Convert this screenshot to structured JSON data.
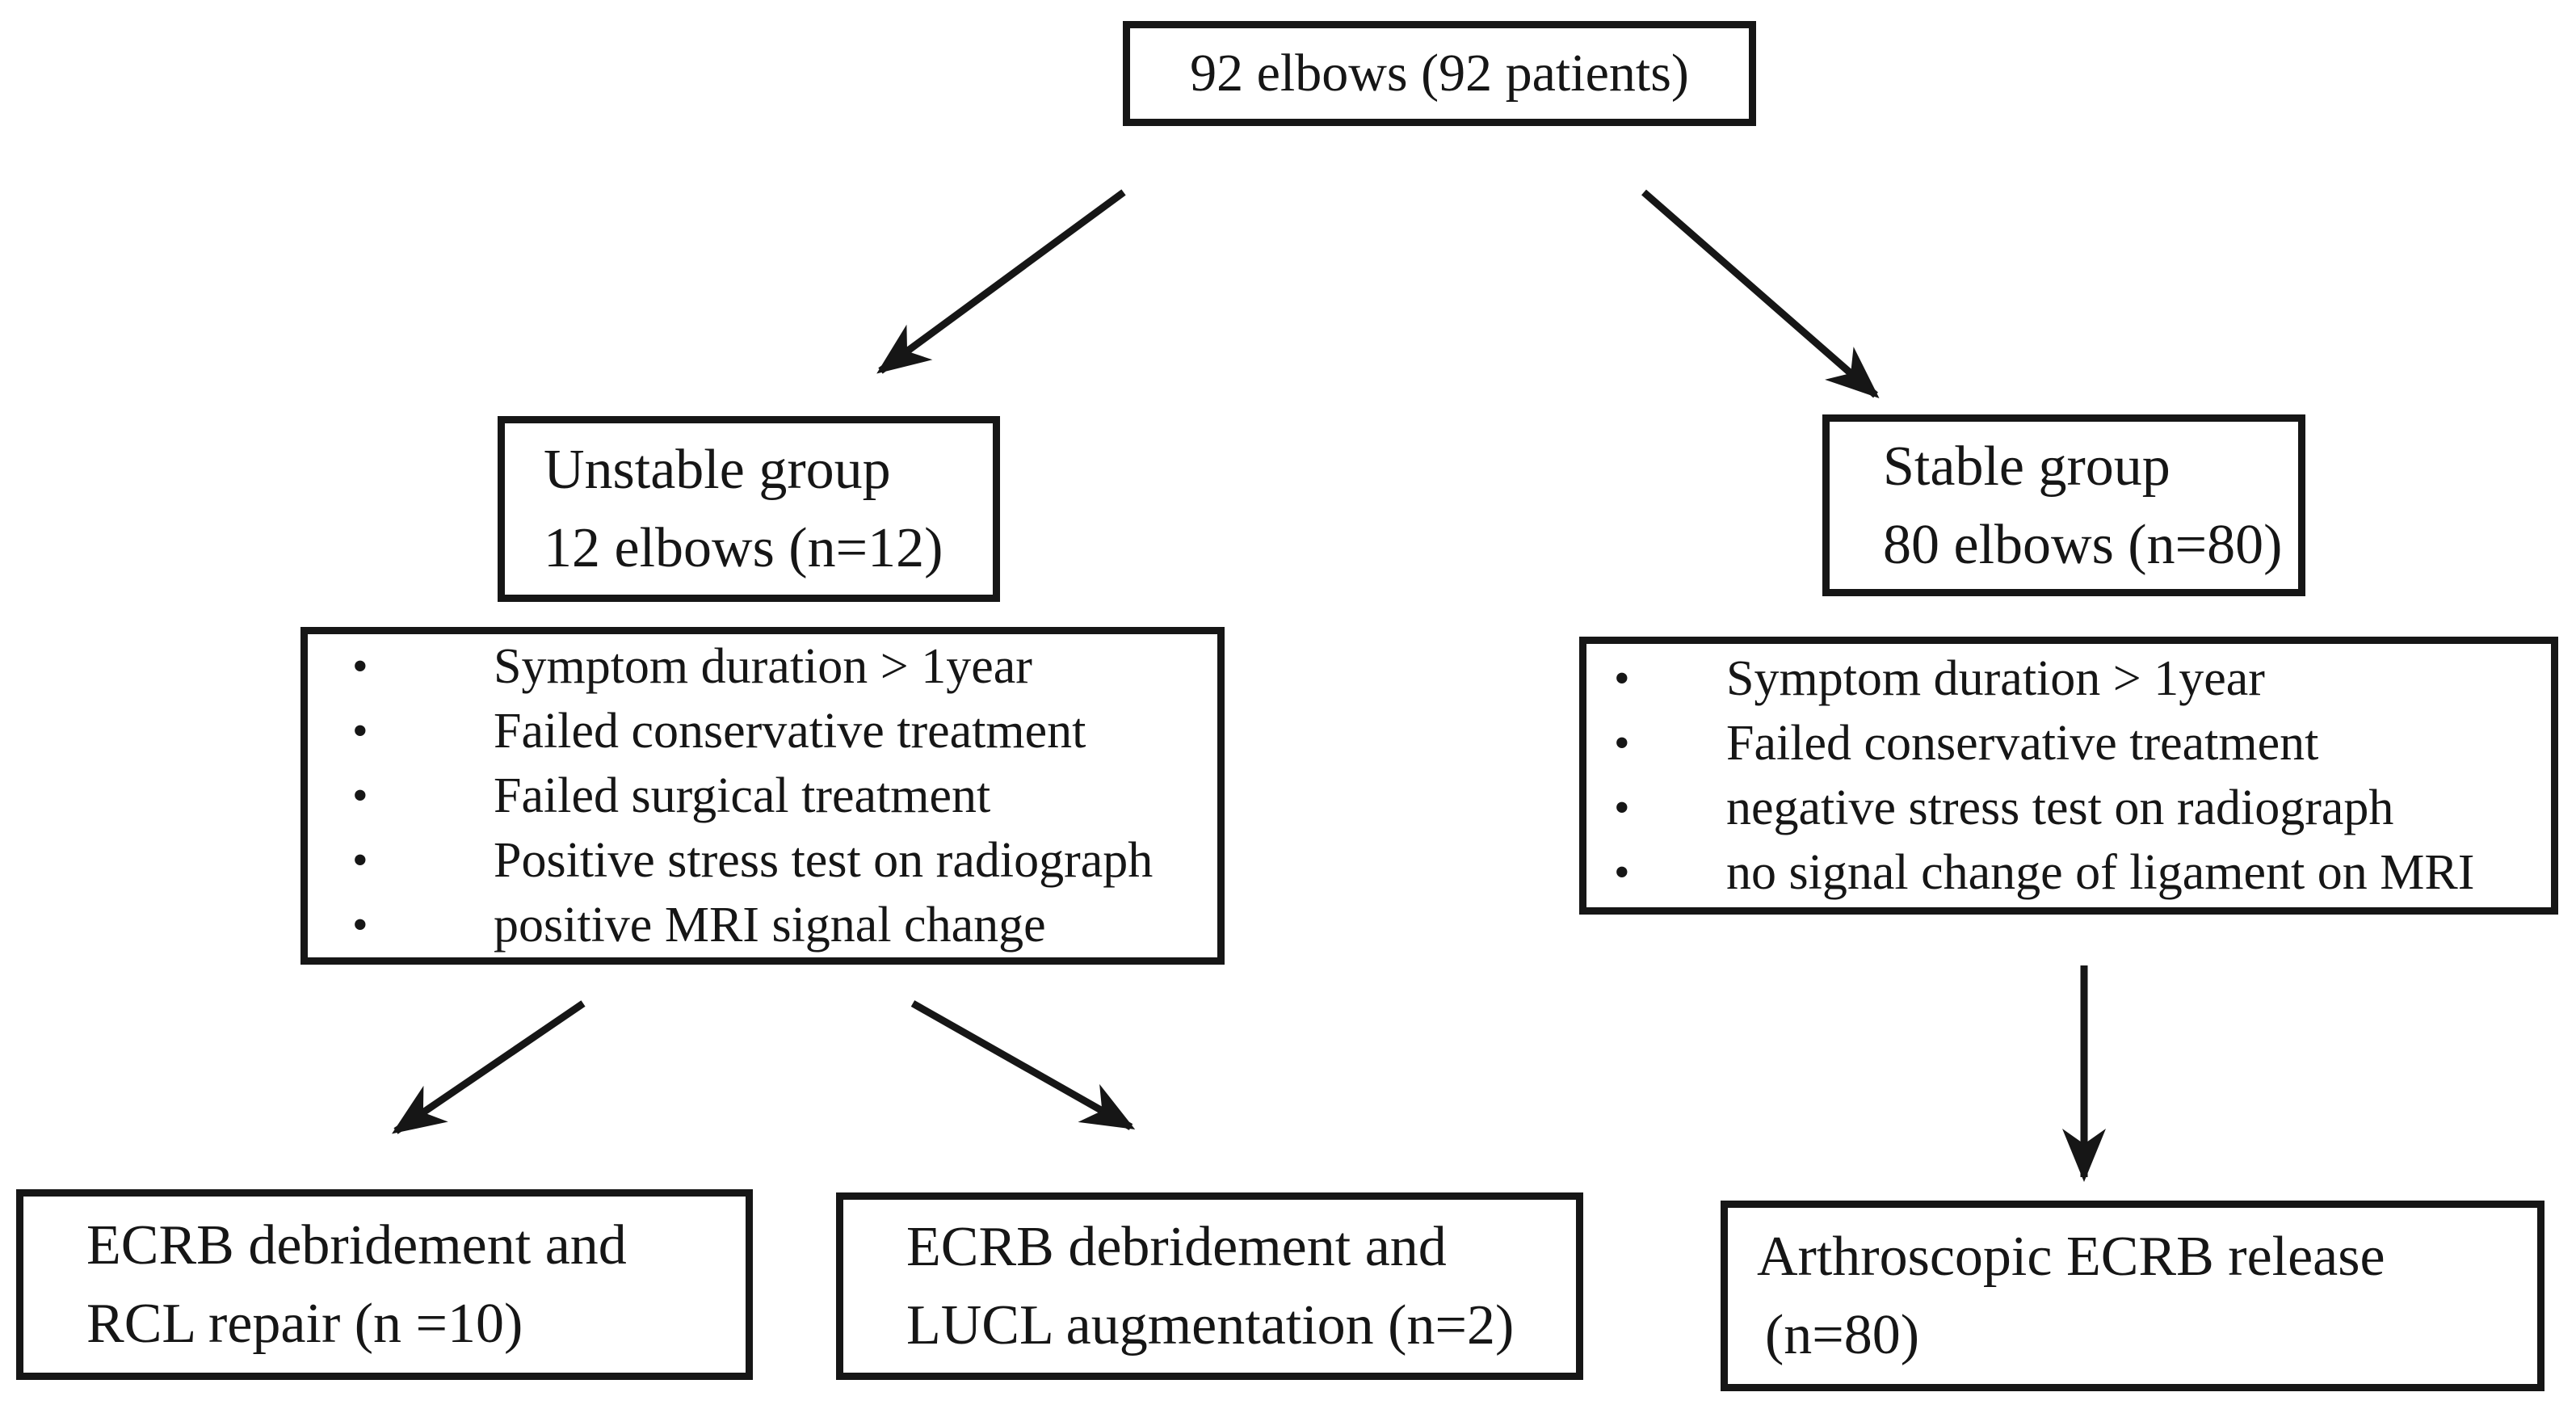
{
  "nodes": {
    "root": {
      "label": "92 elbows (92 patients)"
    },
    "unstable": {
      "lines": [
        "Unstable group",
        "12 elbows (n=12)"
      ]
    },
    "stable": {
      "lines": [
        "Stable group",
        "80 elbows (n=80)"
      ]
    },
    "unstable_criteria": {
      "items": [
        "Symptom duration > 1year",
        "Failed conservative treatment",
        "Failed surgical treatment",
        "Positive stress test on radiograph",
        "positive MRI signal change"
      ]
    },
    "stable_criteria": {
      "items": [
        "Symptom duration > 1year",
        "Failed conservative treatment",
        "negative stress test on radiograph",
        "no signal change of ligament on MRI"
      ]
    },
    "outcome_rcl": {
      "lines": [
        "ECRB debridement and",
        "RCL repair (n =10)"
      ]
    },
    "outcome_lucl": {
      "lines": [
        "ECRB debridement and",
        "LUCL augmentation (n=2)"
      ]
    },
    "outcome_release": {
      "lines": [
        "Arthroscopic ECRB release",
        "(n=80)"
      ]
    }
  },
  "edges": [
    {
      "from": "root",
      "to": "unstable"
    },
    {
      "from": "root",
      "to": "stable"
    },
    {
      "from": "unstable_criteria",
      "to": "outcome_rcl"
    },
    {
      "from": "unstable_criteria",
      "to": "outcome_lucl"
    },
    {
      "from": "stable_criteria",
      "to": "outcome_release"
    }
  ],
  "colors": {
    "ink": "#161616",
    "background": "#ffffff"
  }
}
